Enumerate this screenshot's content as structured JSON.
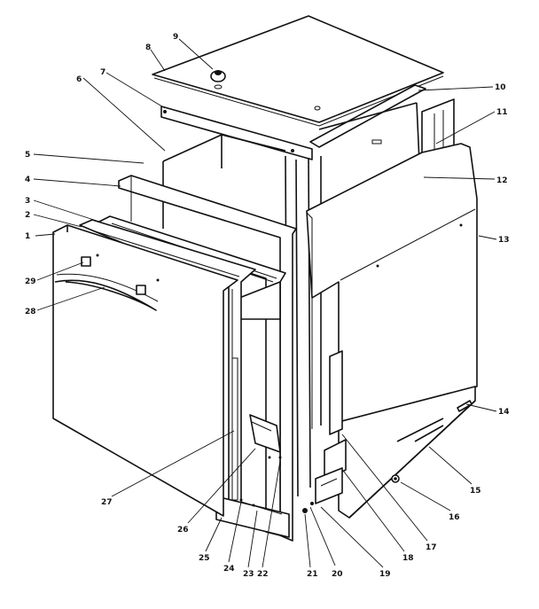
{
  "diagram": {
    "callouts": [
      "1",
      "2",
      "3",
      "4",
      "5",
      "6",
      "7",
      "8",
      "9",
      "10",
      "11",
      "12",
      "13",
      "14",
      "15",
      "16",
      "17",
      "18",
      "19",
      "20",
      "21",
      "22",
      "23",
      "24",
      "25",
      "26",
      "27",
      "28",
      "29"
    ],
    "colors": {
      "line": "#111111",
      "background": "#ffffff"
    }
  }
}
